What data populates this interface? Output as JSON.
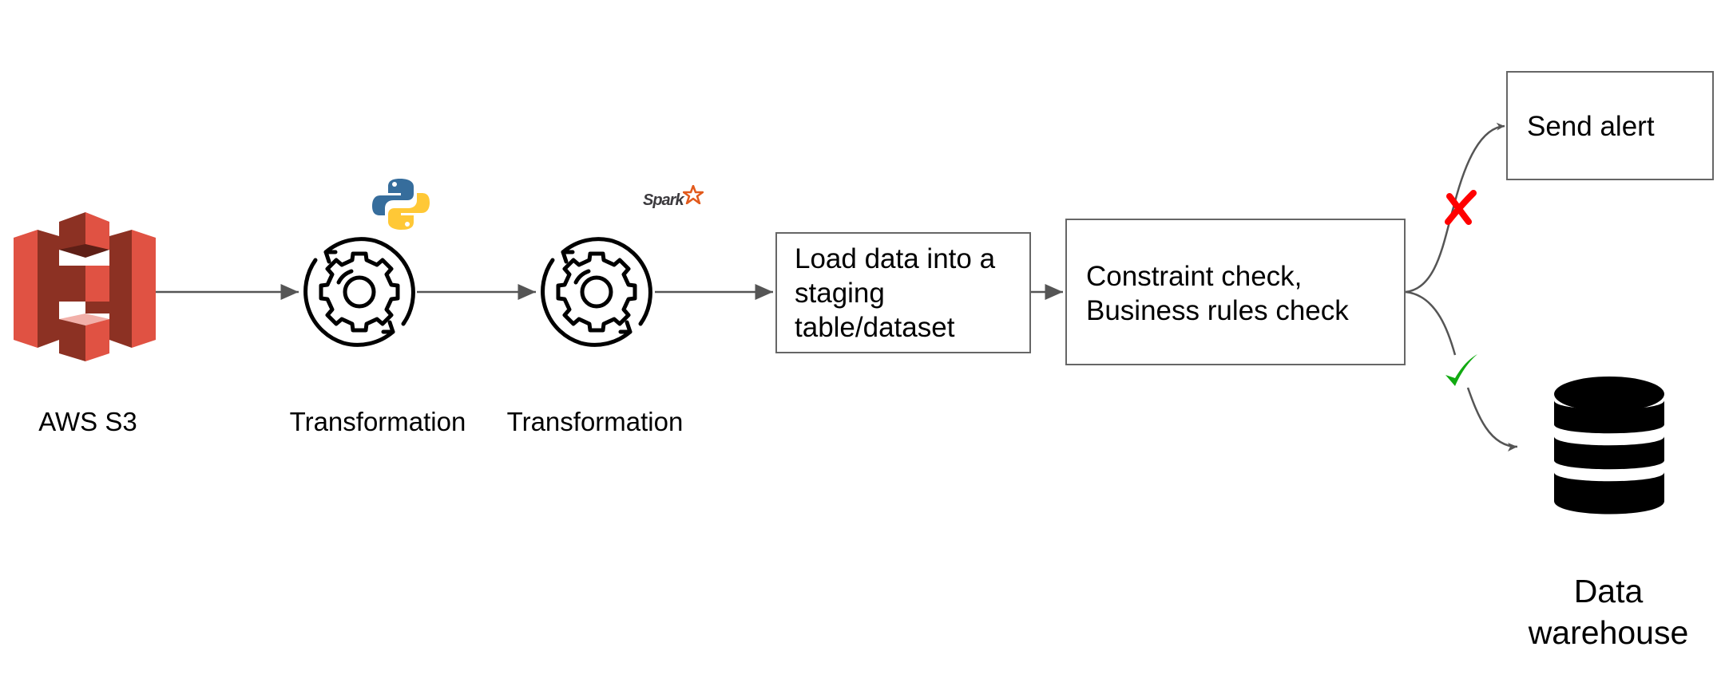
{
  "diagram": {
    "nodes": {
      "s3": {
        "label": "AWS S3",
        "icon": "aws-s3-icon",
        "colors": {
          "light": "#e05243",
          "dark": "#8c3123",
          "top": "#f2b0a9"
        }
      },
      "transform_python": {
        "label": "Transformation",
        "icon": "gear-cycle-icon",
        "badge": "python-logo-icon"
      },
      "transform_spark": {
        "label": "Transformation",
        "icon": "gear-cycle-icon",
        "badge": "spark-logo-icon",
        "badge_text": "Spark"
      },
      "load_staging": {
        "lines": [
          "Load data into a",
          "staging",
          "table/dataset"
        ]
      },
      "checks": {
        "lines": [
          "Constraint check,",
          "Business rules check"
        ]
      },
      "alert": {
        "label": "Send alert"
      },
      "warehouse": {
        "lines": [
          "Data",
          "warehouse"
        ],
        "icon": "database-icon"
      }
    },
    "edges": [
      {
        "from": "s3",
        "to": "transform_python"
      },
      {
        "from": "transform_python",
        "to": "transform_spark"
      },
      {
        "from": "transform_spark",
        "to": "load_staging"
      },
      {
        "from": "load_staging",
        "to": "checks"
      },
      {
        "from": "checks",
        "to": "alert",
        "condition": "fail",
        "marker": "cross-icon"
      },
      {
        "from": "checks",
        "to": "warehouse",
        "condition": "pass",
        "marker": "check-icon"
      }
    ],
    "colors": {
      "edge": "#555555",
      "fail": "#ff0000",
      "pass": "#11aa11",
      "box_border": "#666666"
    }
  }
}
